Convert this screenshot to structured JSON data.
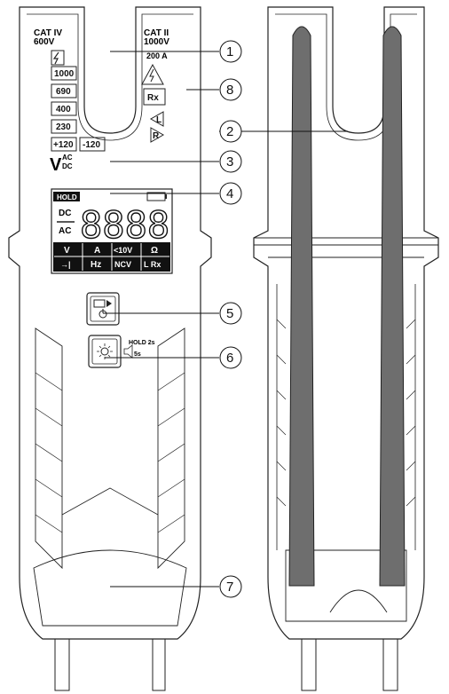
{
  "cat_left": "CAT IV",
  "cat_left_voltage": "600V",
  "cat_right": "CAT II",
  "cat_right_voltage": "1000V",
  "current_range": "200 A",
  "resistance_label": "Rx",
  "lr_left": "L",
  "lr_right": "R",
  "voltage_levels": [
    "1000",
    "690",
    "400",
    "230",
    "+120",
    "-120"
  ],
  "vac": "V",
  "ac_sup": "AC",
  "dc_sub": "DC",
  "lcd": {
    "hold": "HOLD",
    "dc": "DC",
    "ac": "AC",
    "digits": "8888"
  },
  "function_row1": [
    "V",
    "A",
    "<10V",
    "Ω"
  ],
  "function_row2": [
    "→|",
    "Hz",
    "NCV",
    "L Rx"
  ],
  "button_hold": "HOLD 2s",
  "button_mute": "5s",
  "callouts": [
    "1",
    "2",
    "3",
    "4",
    "5",
    "6",
    "7",
    "8"
  ],
  "colors": {
    "outline": "#222222",
    "probe_gray": "#6e6e6e",
    "lcd_black": "#111111"
  }
}
